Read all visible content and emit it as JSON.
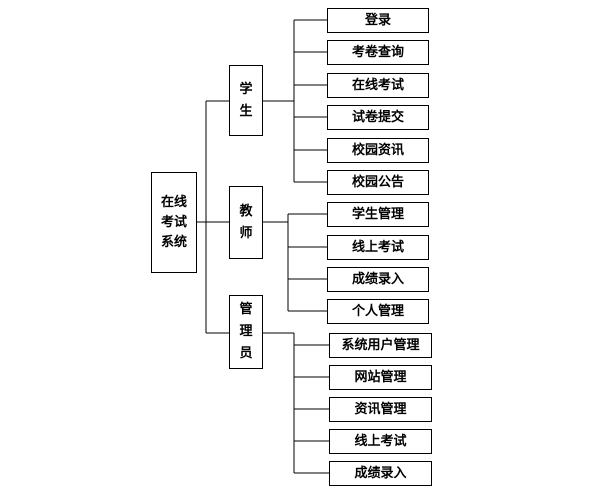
{
  "root": {
    "lines": [
      "在线",
      "考试",
      "系统"
    ]
  },
  "roles": [
    {
      "lines": [
        "学",
        "生"
      ],
      "items": [
        "登录",
        "考卷查询",
        "在线考试",
        "试卷提交",
        "校园资讯",
        "校园公告"
      ]
    },
    {
      "lines": [
        "教",
        "师"
      ],
      "items": [
        "学生管理",
        "线上考试",
        "成绩录入",
        "个人管理"
      ]
    },
    {
      "lines": [
        "管",
        "理",
        "员"
      ],
      "items": [
        "系统用户管理",
        "网站管理",
        "资讯管理",
        "线上考试",
        "成绩录入"
      ]
    }
  ]
}
